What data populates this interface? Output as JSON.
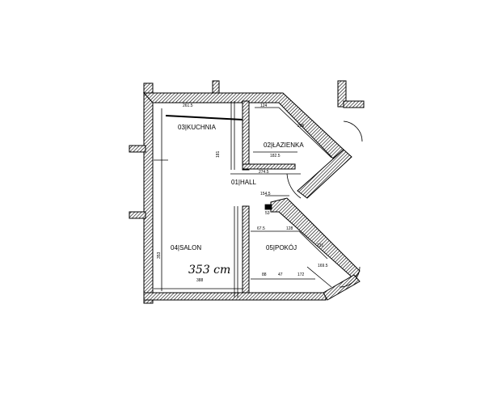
{
  "rooms": {
    "kitchen": "03|KUCHNIA",
    "bathroom": "02|ŁAZIENKA",
    "hall": "01|HALL",
    "salon": "04|SALON",
    "room": "05|POKÓJ"
  },
  "annotation": "353 cm",
  "dimensions": {
    "kitchen_width": "261.5",
    "bathroom_top": "124",
    "bathroom_diag": "206",
    "bathroom_bottom": "182.5",
    "hall_width": "274.5",
    "room_top": "154.5",
    "room_left": "67.5",
    "room_mid": "128",
    "room_diag": "231",
    "room_diag2": "169.5",
    "salon_width": "388",
    "salon_height": "353",
    "kitchen_height": "181",
    "room_b1": "88",
    "room_b2": "47",
    "room_b3": "172",
    "room_small": "53"
  }
}
